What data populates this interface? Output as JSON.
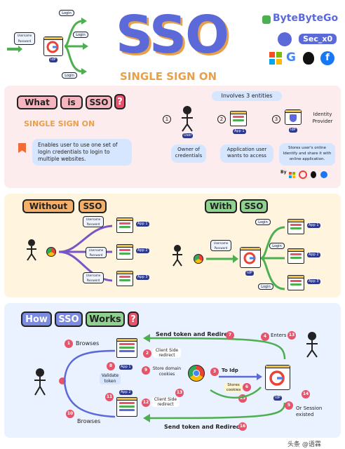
{
  "header": {
    "title": "SSO",
    "subtitle": "SINGLE SIGN ON",
    "brand": "ByteByteGo",
    "author": "Sec_x0",
    "login_labels": [
      "Login",
      "Login",
      "Login"
    ],
    "credentials_label": "Username\nPassword",
    "idp_label": "IdP"
  },
  "what": {
    "tags": [
      "What",
      "is",
      "SSO",
      "?"
    ],
    "heading": "SINGLE SIGN ON",
    "description": "Enables user to use one set of login credentials to login to multiple websites.",
    "entities_header": "Involves 3 entities",
    "entities": [
      {
        "num": "1",
        "tag": "User",
        "desc": "Owner of credentials"
      },
      {
        "num": "2",
        "tag": "App 1",
        "desc": "Application user wants to access"
      },
      {
        "num": "3",
        "tag": "IdP",
        "side": "Identity Provider",
        "desc": "Stores user's online Identify and share it with online application."
      }
    ],
    "by_label": "By"
  },
  "without_with": {
    "without_tags": [
      "Without",
      "SSO"
    ],
    "with_tags": [
      "With",
      "SSO"
    ],
    "app_labels": [
      "App 1",
      "App 2",
      "App 3"
    ],
    "credentials_label": "Username\nPassword",
    "login_labels": [
      "Login",
      "Login",
      "Login"
    ],
    "idp_label": "IdP"
  },
  "how": {
    "tags": [
      "How",
      "SSO",
      "Works",
      "?"
    ],
    "steps": [
      {
        "num": "1",
        "text": "Browses"
      },
      {
        "num": "2",
        "text": "Client Side redirect"
      },
      {
        "num": "3",
        "text": "To Idp"
      },
      {
        "num": "4",
        "text": "Enters"
      },
      {
        "num": "5",
        "text": "Or Session existed"
      },
      {
        "num": "6",
        "text": "Stores cookies"
      },
      {
        "num": "7",
        "text": "Send token and Redirect"
      },
      {
        "num": "8",
        "text": "Validate token"
      },
      {
        "num": "9",
        "text": "Store domain cookies"
      },
      {
        "num": "10",
        "text": "Browses"
      },
      {
        "num": "11",
        "text": ""
      },
      {
        "num": "12",
        "text": "Client Side redirect"
      },
      {
        "num": "13",
        "text": ""
      },
      {
        "num": "14",
        "text": ""
      },
      {
        "num": "15",
        "text": ""
      },
      {
        "num": "16",
        "text": "Send token and Redirect"
      }
    ],
    "app1_label": "App 1",
    "app2_label": "App 2",
    "idp_label": "IdP"
  },
  "footer": {
    "watermark": "头条 @语霖"
  },
  "colors": {
    "sso_blue": "#5b6ad8",
    "orange": "#e8a04a",
    "pink": "#e8526a",
    "green_tag": "#4caf50",
    "panel_pink": "#fdecee",
    "panel_yellow": "#fff5df",
    "panel_blue": "#eaf1ff"
  }
}
